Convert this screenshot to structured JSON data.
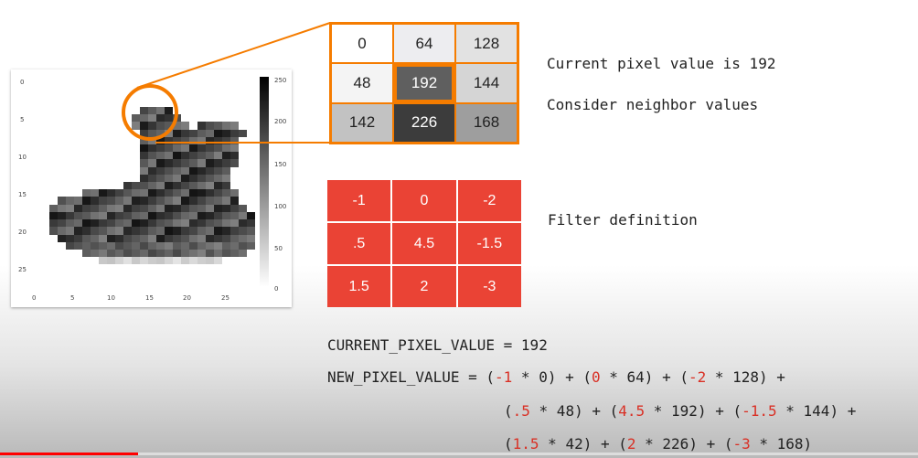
{
  "plot": {
    "y_ticks": [
      "0",
      "5",
      "10",
      "15",
      "20",
      "25"
    ],
    "x_ticks": [
      "0",
      "5",
      "10",
      "15",
      "20",
      "25"
    ],
    "colorbar_ticks": [
      "250",
      "200",
      "150",
      "100",
      "50",
      "0"
    ]
  },
  "neighbors": {
    "cells": [
      {
        "value": "0",
        "bg": "#ffffff",
        "fg": "#222222"
      },
      {
        "value": "64",
        "bg": "#ededf0",
        "fg": "#222222"
      },
      {
        "value": "128",
        "bg": "#e2e2e2",
        "fg": "#222222"
      },
      {
        "value": "48",
        "bg": "#f4f4f4",
        "fg": "#222222"
      },
      {
        "value": "192",
        "bg": "#5f5f5f",
        "fg": "#ffffff"
      },
      {
        "value": "144",
        "bg": "#d5d5d5",
        "fg": "#222222"
      },
      {
        "value": "142",
        "bg": "#c2c2c2",
        "fg": "#222222"
      },
      {
        "value": "226",
        "bg": "#3c3c3c",
        "fg": "#ffffff"
      },
      {
        "value": "168",
        "bg": "#9e9e9e",
        "fg": "#222222"
      }
    ]
  },
  "labels": {
    "current": "Current pixel value is 192",
    "consider": "Consider neighbor values",
    "filter": "Filter definition"
  },
  "filter": {
    "cells": [
      "-1",
      "0",
      "-2",
      ".5",
      "4.5",
      "-1.5",
      "1.5",
      "2",
      "-3"
    ],
    "color": "#ea4335"
  },
  "code": {
    "line1": "CURRENT_PIXEL_VALUE = 192",
    "line2": [
      {
        "t": "NEW_PIXEL_VALUE = (",
        "r": false
      },
      {
        "t": "-1",
        "r": true
      },
      {
        "t": " * 0) + (",
        "r": false
      },
      {
        "t": "0",
        "r": true
      },
      {
        "t": " * 64) + (",
        "r": false
      },
      {
        "t": "-2",
        "r": true
      },
      {
        "t": " * 128) +",
        "r": false
      }
    ],
    "line3": [
      {
        "t": "(",
        "r": false
      },
      {
        "t": ".5",
        "r": true
      },
      {
        "t": " * 48) + (",
        "r": false
      },
      {
        "t": "4.5",
        "r": true
      },
      {
        "t": " * 192) + (",
        "r": false
      },
      {
        "t": "-1.5",
        "r": true
      },
      {
        "t": " * 144) +",
        "r": false
      }
    ],
    "line4": [
      {
        "t": "(",
        "r": false
      },
      {
        "t": "1.5",
        "r": true
      },
      {
        "t": " * 42) + (",
        "r": false
      },
      {
        "t": "2",
        "r": true
      },
      {
        "t": " * 226) + (",
        "r": false
      },
      {
        "t": "-3",
        "r": true
      },
      {
        "t": " * 168)",
        "r": false
      }
    ]
  },
  "video": {
    "progress_percent": 15,
    "progress_color": "#ff0000"
  }
}
